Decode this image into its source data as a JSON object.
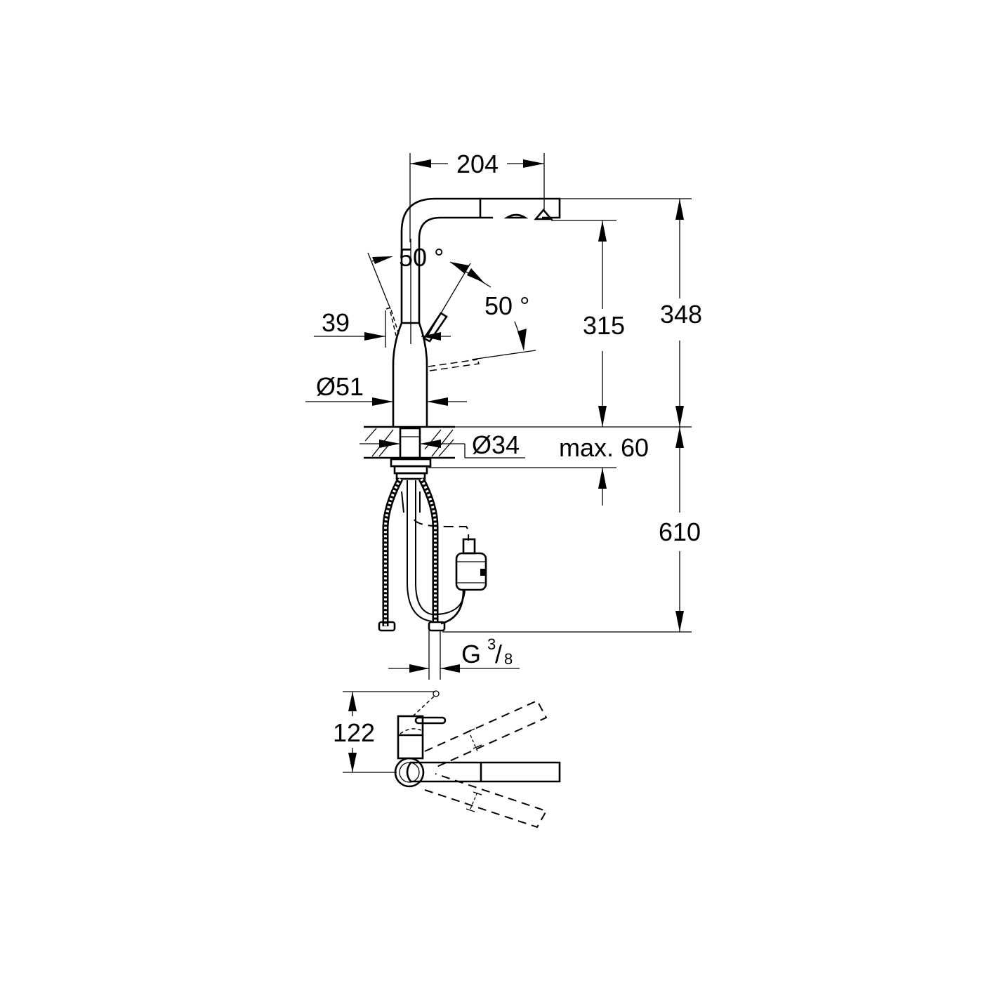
{
  "drawing": {
    "title": "Kitchen faucet dimension drawing",
    "units": "mm",
    "side_view": {
      "spout_reach": "204",
      "overall_height": "348",
      "spout_outlet_height": "315",
      "lever_angle_left": "50 °",
      "lever_angle_right": "50 °",
      "lever_offset": "39",
      "body_diameter": "Ø51",
      "mounting_hole_diameter": "Ø34",
      "max_deck_thickness": "max. 60",
      "hose_length": "610",
      "connection_thread_prefix": "G",
      "connection_thread_num": "3",
      "connection_thread_den": "8"
    },
    "top_view": {
      "depth": "122"
    }
  }
}
